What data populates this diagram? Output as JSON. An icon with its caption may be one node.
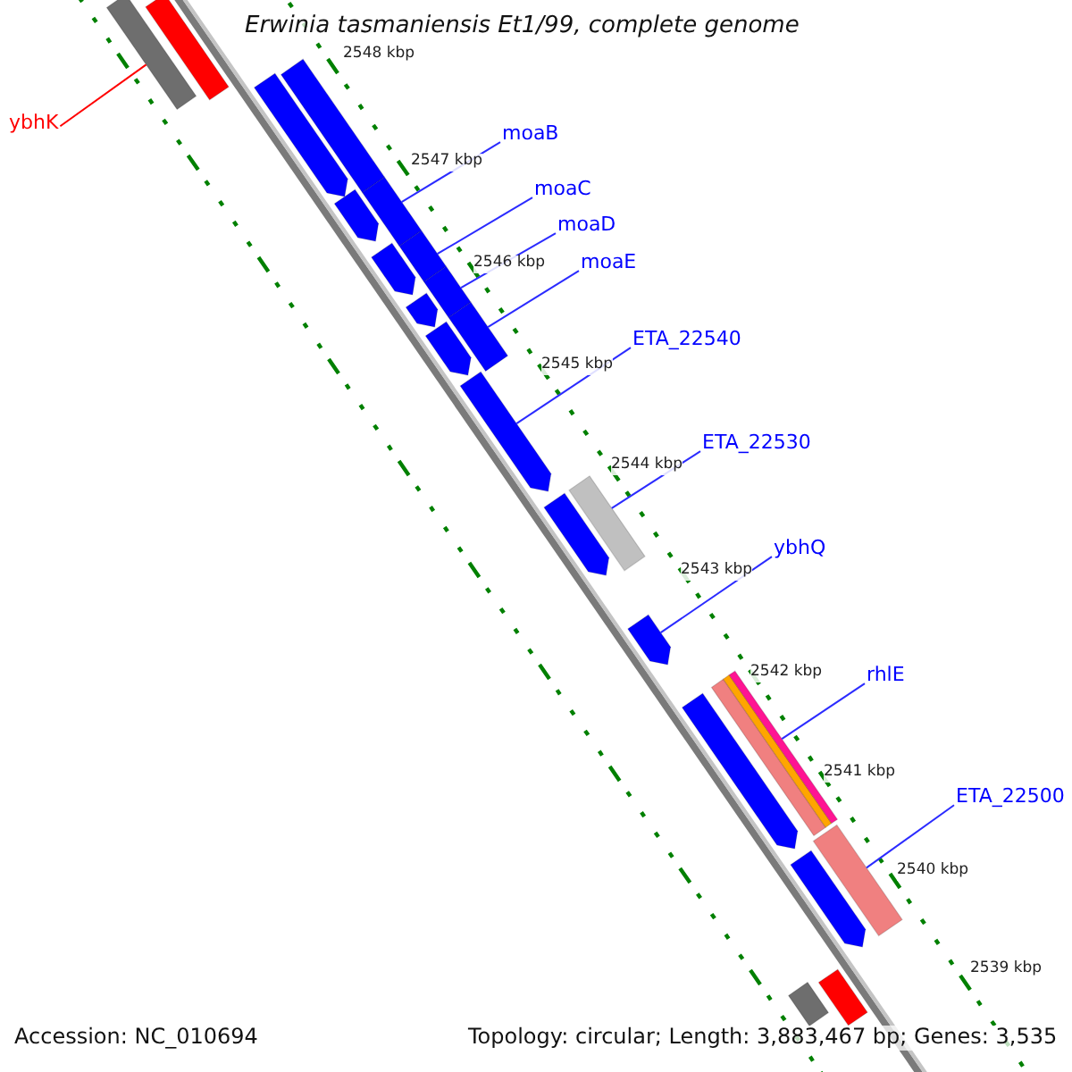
{
  "diagram": {
    "title": "Erwinia tasmaniensis Et1/99, complete genome",
    "nodes": [
      {
        "text": [
          "ybhK"
        ]
      },
      {
        "text": [
          "moaB"
        ]
      },
      {
        "text": [
          "moaC"
        ]
      },
      {
        "text": [
          "moaD"
        ]
      },
      {
        "text": [
          "moaE"
        ]
      },
      {
        "text": [
          "ETA_22540"
        ]
      },
      {
        "text": [
          "ETA_22530"
        ]
      },
      {
        "text": [
          "ybhQ"
        ]
      },
      {
        "text": [
          "rhlE"
        ]
      },
      {
        "text": [
          "ETA_22500"
        ]
      },
      {
        "text": [],
        "shape": "bar"
      },
      {
        "text": [],
        "shape": "bar"
      },
      {
        "text": [],
        "shape": "bar"
      },
      {
        "text": [],
        "shape": "bar"
      },
      {
        "text": [],
        "shape": "bar"
      },
      {
        "text": [],
        "shape": "bar"
      },
      {
        "text": [],
        "shape": "bar"
      },
      {
        "text": [],
        "shape": "bar"
      },
      {
        "text": [],
        "shape": "bar"
      },
      {
        "text": [],
        "shape": "bar"
      },
      {
        "text": [],
        "shape": "bar"
      },
      {
        "text": [],
        "shape": "bar"
      },
      {
        "text": [],
        "shape": "bar"
      },
      {
        "text": [],
        "shape": "bar"
      },
      {
        "text": [],
        "shape": "bar"
      },
      {
        "text": [],
        "shape": "bar"
      },
      {
        "text": [],
        "shape": "bar"
      },
      {
        "text": [],
        "shape": "bar"
      },
      {
        "text": [],
        "shape": "bar"
      },
      {
        "text": [],
        "shape": "bar"
      },
      {
        "text": [],
        "shape": "bar"
      },
      {
        "text": [],
        "shape": "bar"
      },
      {
        "text": [],
        "shape": "bar"
      },
      {
        "text": [],
        "shape": "bar"
      }
    ],
    "edges": [
      {
        "from": 0,
        "to": 10,
        "arrow": "none",
        "color": "#ff0000"
      },
      {
        "from": 1,
        "to": 15,
        "arrow": "none"
      },
      {
        "from": 2,
        "to": 17,
        "arrow": "none"
      },
      {
        "from": 3,
        "to": 18,
        "arrow": "none"
      },
      {
        "from": 4,
        "to": 21,
        "arrow": "none"
      },
      {
        "from": 5,
        "to": 22,
        "arrow": "none"
      },
      {
        "from": 6,
        "to": 24,
        "arrow": "none"
      },
      {
        "from": 7,
        "to": 25,
        "arrow": "none"
      },
      {
        "from": 8,
        "to": 29,
        "arrow": "none"
      },
      {
        "from": 9,
        "to": 30,
        "arrow": "none"
      }
    ],
    "labels": [
      "2548 kbp",
      "2547 kbp",
      "2546 kbp",
      "2545 kbp",
      "2544 kbp",
      "2543 kbp",
      "2542 kbp",
      "2541 kbp",
      "2540 kbp",
      "2539 kbp",
      "Accession: NC_010694",
      "Topology: circular; Length: 3,883,467 bp; Genes: 3,535"
    ]
  }
}
